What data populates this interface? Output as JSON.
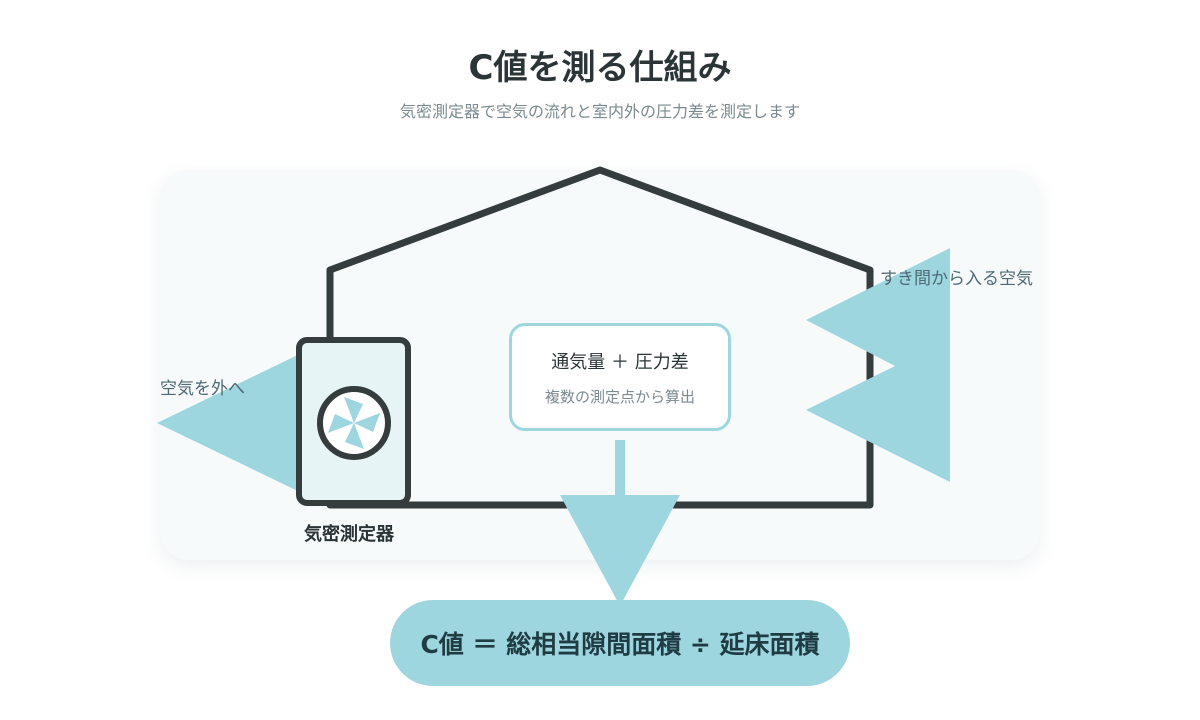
{
  "header": {
    "title": "C値を測る仕組み",
    "subtitle": "気密測定器で空気の流れと室内外の圧力差を測定します"
  },
  "diagram": {
    "leak_label": "すき間から入る空気",
    "exhaust_label": "空気を外へ",
    "device_label": "気密測定器",
    "measure_box": {
      "main": "通気量 ＋ 圧力差",
      "sub": "複数の測定点から算出"
    },
    "icons": [
      "house-outline",
      "fan-icon",
      "inflow-arrow-icon",
      "outflow-arrow-icon",
      "down-arrow-icon"
    ]
  },
  "formula": {
    "text": "C値 ＝ 総相当隙間面積 ÷ 延床面積"
  },
  "colors": {
    "accent": "#9dd6de",
    "outline": "#353c3d",
    "panel": "#f7fafa",
    "device_fill": "#e6f4f6",
    "text_dark": "#2b3436",
    "text_muted": "#7a8a8f",
    "label_teal": "#4e6a74"
  }
}
